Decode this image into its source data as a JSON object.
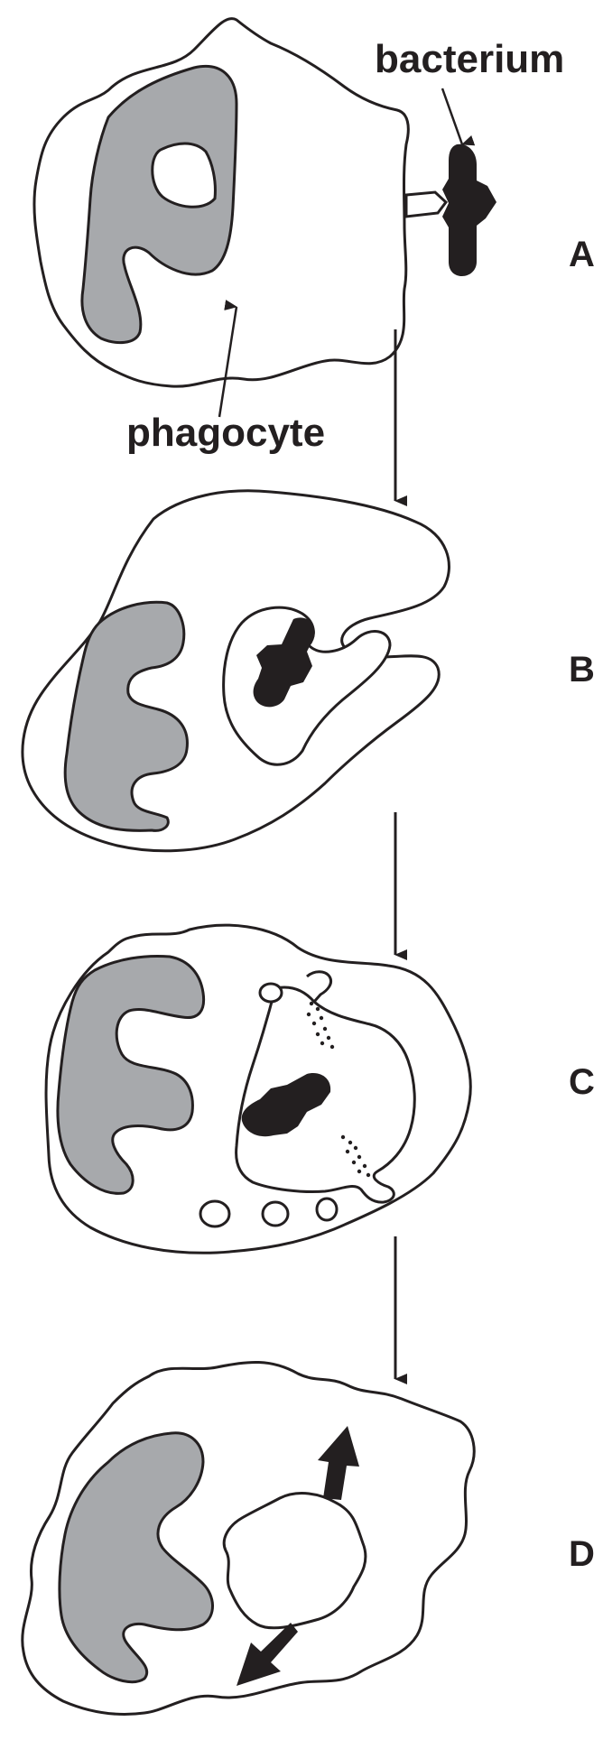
{
  "labels": {
    "bacterium": "bacterium",
    "phagocyte": "phagocyte"
  },
  "stages": [
    {
      "letter": "A"
    },
    {
      "letter": "B"
    },
    {
      "letter": "C"
    },
    {
      "letter": "D"
    }
  ],
  "colors": {
    "outline": "#231f20",
    "nucleus": "#a7a9ac",
    "bacterium": "#231f20",
    "cell": "#ffffff"
  }
}
